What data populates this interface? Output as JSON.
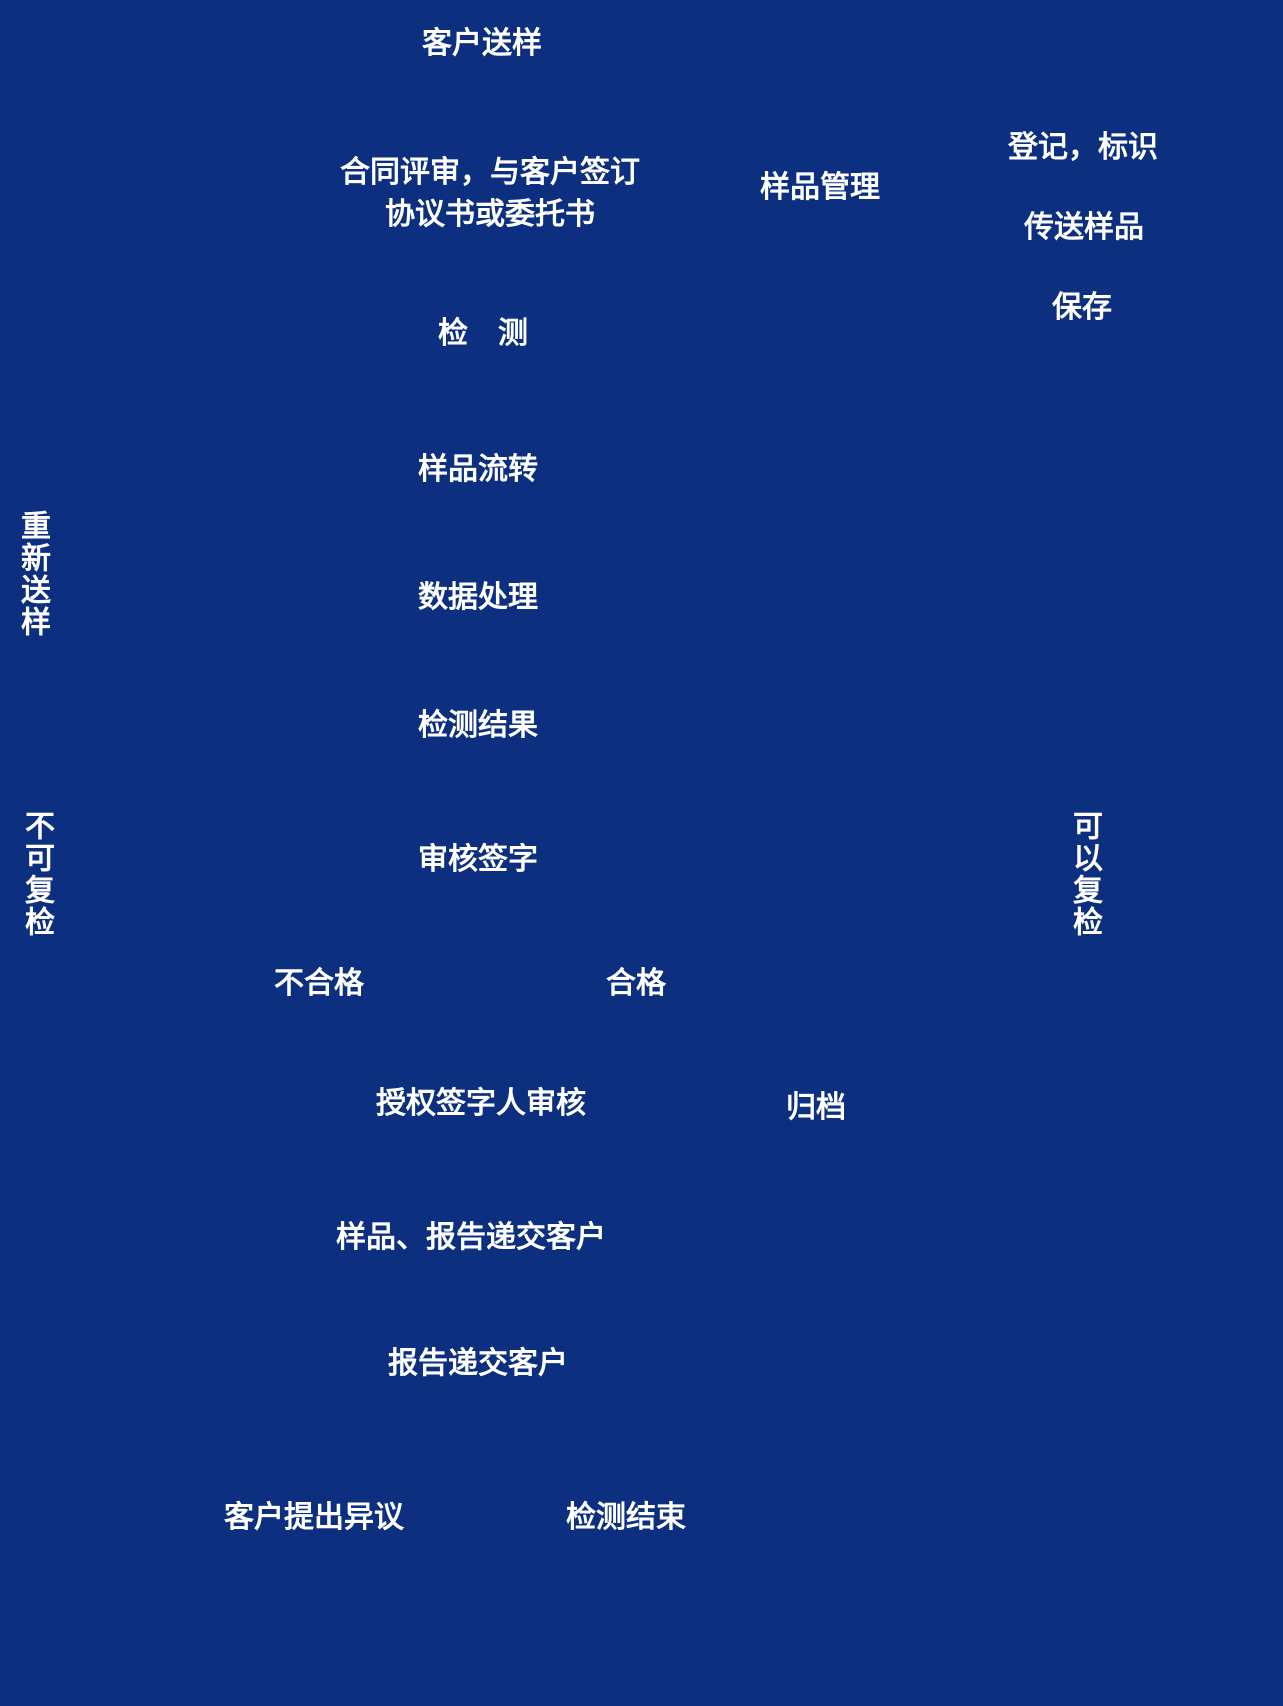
{
  "page": {
    "background_color": "#0d2f80",
    "text_color": "#ffffff"
  },
  "diagram": {
    "customer_sample": "客户送样",
    "contract_review": {
      "line1": "合同评审，与客户签订",
      "line2": "协议书或委托书"
    },
    "sample_management": "样品管理",
    "register_identify": "登记，标识",
    "transfer_sample": "传送样品",
    "storage": "保存",
    "testing": "检　测",
    "sample_circulation": "样品流转",
    "data_processing": "数据处理",
    "resubmit_sample": "重新送样",
    "test_result": "检测结果",
    "review_signature": "审核签字",
    "cannot_recheck": "不可复检",
    "can_recheck": "可以复检",
    "unqualified": "不合格",
    "qualified": "合格",
    "authorized_signatory_review": "授权签字人审核",
    "archive": "归档",
    "sample_report_to_customer": "样品、报告递交客户",
    "report_to_customer": "报告递交客户",
    "customer_objection": "客户提出异议",
    "test_end": "检测结束"
  }
}
